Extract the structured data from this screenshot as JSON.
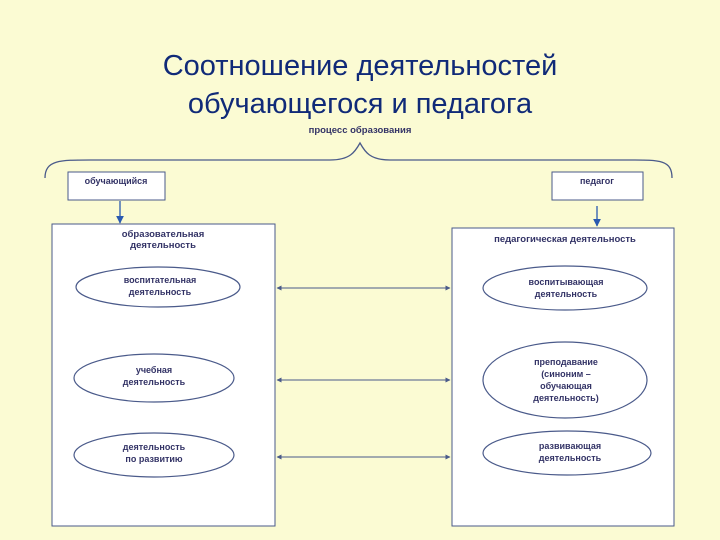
{
  "title": {
    "line1": "Соотношение деятельностей",
    "line2": "обучающегося и педагога"
  },
  "diagram": {
    "process_label": "процесс образования",
    "learner_label": "обучающийся",
    "teacher_label": "педагог",
    "left_panel": {
      "heading_line1": "образовательная",
      "heading_line2": "деятельность",
      "items": [
        {
          "line1": "воспитательная",
          "line2": "деятельность"
        },
        {
          "line1": "учебная",
          "line2": "деятельность"
        },
        {
          "line1": "деятельность",
          "line2": "по развитию"
        }
      ]
    },
    "right_panel": {
      "heading": "педагогическая деятельность",
      "items": [
        {
          "line1": "воспитывающая",
          "line2": "деятельность"
        },
        {
          "line1": "преподавание",
          "line2": "(синоним –",
          "line3": "обучающая",
          "line4": "деятельность)"
        },
        {
          "line1": "развивающая",
          "line2": "деятельность"
        }
      ]
    }
  },
  "colors": {
    "background": "#fbfbd3",
    "title": "#102a78",
    "line": "#4a5a8a",
    "arrow": "#2a5ab0",
    "box_fill": "#ffffff",
    "text": "#333366"
  }
}
